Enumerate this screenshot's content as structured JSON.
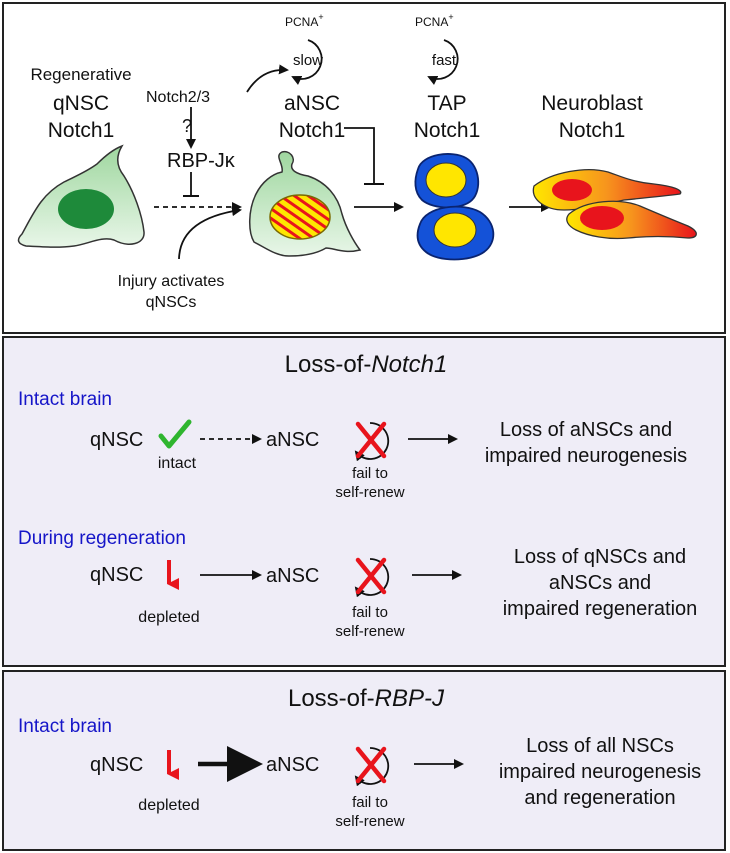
{
  "top": {
    "regenerative": "Regenerative",
    "qnsc": "qNSC",
    "notch1": "Notch1",
    "notch23": "Notch2/3",
    "question": "?",
    "rbpjk": "RBP-Jκ",
    "pcna": "PCNA",
    "pcna_sup": "+",
    "slow": "slow",
    "fast": "fast",
    "ansc": "aNSC",
    "tap": "TAP",
    "neuroblast": "Neuroblast",
    "injury_line1": "Injury activates",
    "injury_line2": "qNSCs"
  },
  "notch1_panel": {
    "title_prefix": "Loss-of-",
    "title_gene": "Notch1",
    "intact": {
      "header": "Intact brain",
      "qnsc": "qNSC",
      "qnsc_note": "intact",
      "ansc": "aNSC",
      "fail_line1": "fail to",
      "fail_line2": "self-renew",
      "outcome_line1": "Loss of aNSCs and",
      "outcome_line2": "impaired neurogenesis"
    },
    "regen": {
      "header": "During regeneration",
      "qnsc": "qNSC",
      "qnsc_note": "depleted",
      "ansc": "aNSC",
      "fail_line1": "fail to",
      "fail_line2": "self-renew",
      "outcome_line1": "Loss of qNSCs and",
      "outcome_line2": "aNSCs and",
      "outcome_line3": "impaired regeneration"
    }
  },
  "rbpj_panel": {
    "title_prefix": "Loss-of-",
    "title_gene": "RBP-J",
    "header": "Intact brain",
    "qnsc": "qNSC",
    "qnsc_note": "depleted",
    "ansc": "aNSC",
    "fail_line1": "fail to",
    "fail_line2": "self-renew",
    "outcome_line1": "Loss of all NSCs",
    "outcome_line2": "impaired neurogenesis",
    "outcome_line3": "and regeneration"
  },
  "colors": {
    "header_blue": "#1515c8",
    "check_green": "#2fb52f",
    "cross_red": "#e8141c",
    "cell_green": "#1e9a3a",
    "tap_blue": "#1452d8",
    "tap_yellow": "#ffe600",
    "neuroblast_orange": "#f47a10"
  }
}
